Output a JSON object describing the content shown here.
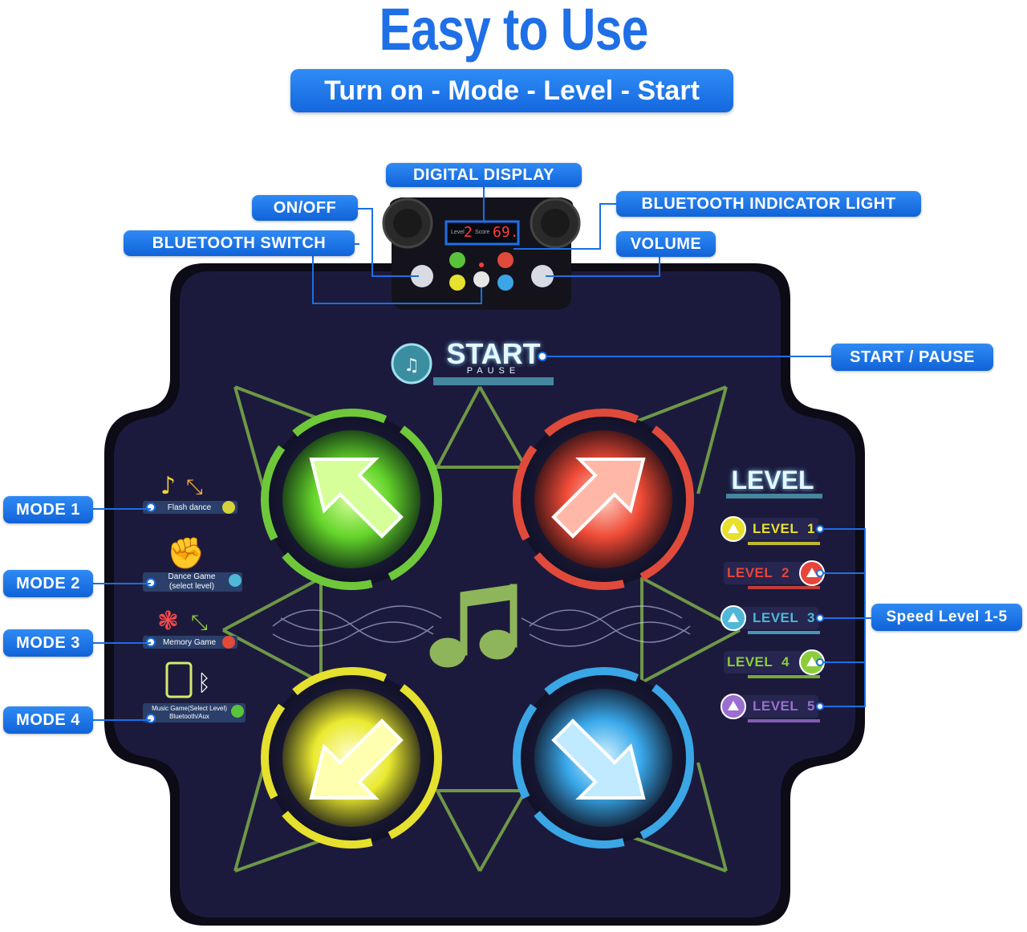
{
  "header": {
    "title": "Easy to Use",
    "steps": "Turn on - Mode - Level - Start"
  },
  "callouts": {
    "digital_display": "DIGITAL DISPLAY",
    "on_off": "ON/OFF",
    "bluetooth_indicator": "BLUETOOTH INDICATOR LIGHT",
    "bluetooth_switch": "BLUETOOTH SWITCH",
    "volume": "VOLUME",
    "start_pause": "START / PAUSE",
    "speed_level": "Speed Level 1-5",
    "mode1": "MODE 1",
    "mode2": "MODE 2",
    "mode3": "MODE 3",
    "mode4": "MODE 4"
  },
  "display": {
    "left_label": "Level",
    "left_value": "2",
    "right_label": "Score",
    "right_value": "69."
  },
  "mat": {
    "start_text": "START",
    "pause_text": "PAUSE",
    "level_heading": "LEVEL"
  },
  "modes": {
    "mode1_label": "Flash dance",
    "mode2_label_line1": "Dance Game",
    "mode2_label_line2": "(select level)",
    "mode3_label": "Memory Game",
    "mode4_label_line1": "Music Game(Select Level)",
    "mode4_label_line2": "Bluetooth/Aux"
  },
  "levels": [
    {
      "label": "LEVEL",
      "num": "1",
      "color": "#e8e02a"
    },
    {
      "label": "LEVEL",
      "num": "2",
      "color": "#e8453a"
    },
    {
      "label": "LEVEL",
      "num": "3",
      "color": "#4fb7d8"
    },
    {
      "label": "LEVEL",
      "num": "4",
      "color": "#8ccd3a"
    },
    {
      "label": "LEVEL",
      "num": "5",
      "color": "#9a6fd0"
    }
  ],
  "colors": {
    "accent_blue": "#1a6fe4",
    "mat_bg": "#1c1a3c",
    "green": "#7fe23a",
    "red": "#f0553f",
    "yellow": "#f2f03a",
    "blue": "#3db6f2"
  }
}
